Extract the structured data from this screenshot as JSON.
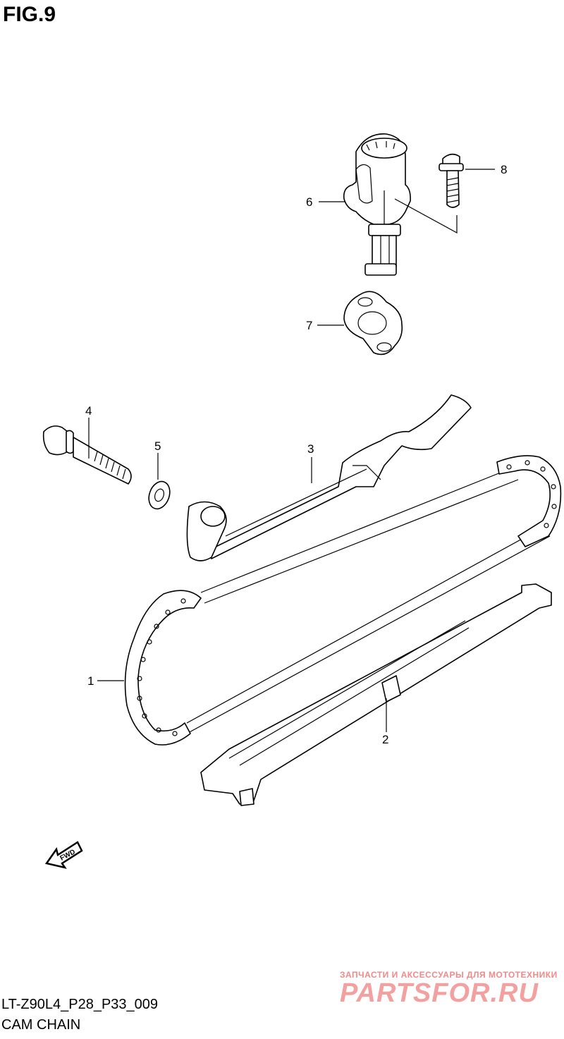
{
  "figure": {
    "title": "FIG.9"
  },
  "footer": {
    "code": "LT-Z90L4_P28_P33_009",
    "name": "CAM CHAIN"
  },
  "watermark": {
    "tagline": "ЗАПЧАСТИ И АКСЕССУАРЫ ДЛЯ МОТОТЕХНИКИ",
    "logo": "PARTSFOR.RU"
  },
  "fwd_arrow": {
    "label": "FWD"
  },
  "callouts": {
    "c1": "1",
    "c2": "2",
    "c3": "3",
    "c4": "4",
    "c5": "5",
    "c6": "6",
    "c7": "7",
    "c8": "8"
  },
  "parts": [
    {
      "number": "1",
      "part": "cam-chain"
    },
    {
      "number": "2",
      "part": "chain-guide"
    },
    {
      "number": "3",
      "part": "chain-tensioner-guide"
    },
    {
      "number": "4",
      "part": "bolt"
    },
    {
      "number": "5",
      "part": "washer"
    },
    {
      "number": "6",
      "part": "tensioner-adjuster"
    },
    {
      "number": "7",
      "part": "gasket"
    },
    {
      "number": "8",
      "part": "bolt"
    }
  ]
}
